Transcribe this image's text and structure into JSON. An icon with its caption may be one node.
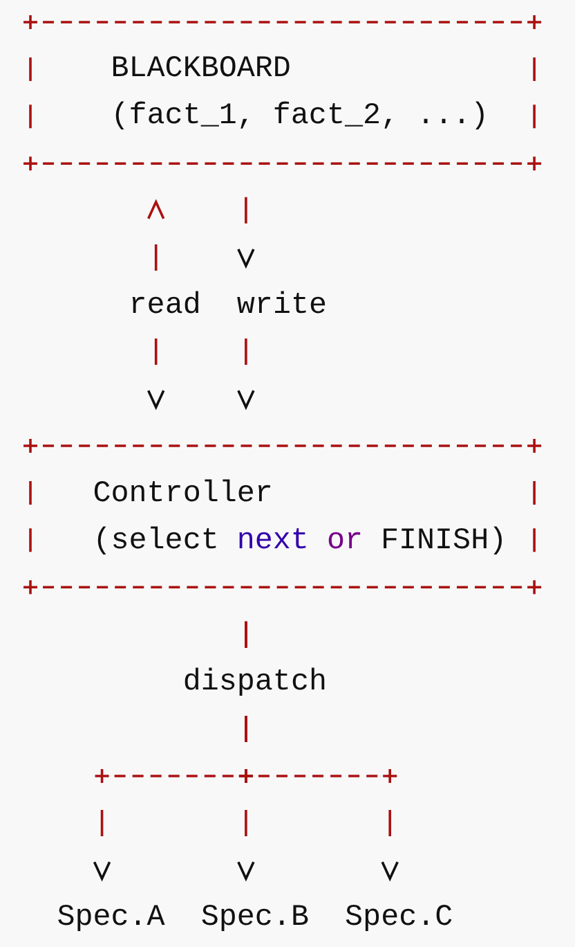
{
  "diagram": {
    "nodes": [
      {
        "text": [
          "BLACKBOARD",
          "(fact_1, fact_2, ...)"
        ]
      },
      {
        "text": [
          "Controller",
          "(select next or FINISH)"
        ]
      },
      {
        "text": [
          "Spec.A"
        ]
      },
      {
        "text": [
          "Spec.B"
        ]
      },
      {
        "text": [
          "Spec.C"
        ]
      }
    ],
    "edges": [
      {
        "from": 0,
        "to": 1,
        "arrow": "both",
        "label": "read"
      },
      {
        "from": 0,
        "to": 1,
        "arrow": "to",
        "label": "write"
      },
      {
        "from": 1,
        "to": 2,
        "arrow": "to"
      },
      {
        "from": 1,
        "to": 3,
        "arrow": "to",
        "label": "dispatch"
      },
      {
        "from": 1,
        "to": 4,
        "arrow": "to"
      }
    ]
  }
}
